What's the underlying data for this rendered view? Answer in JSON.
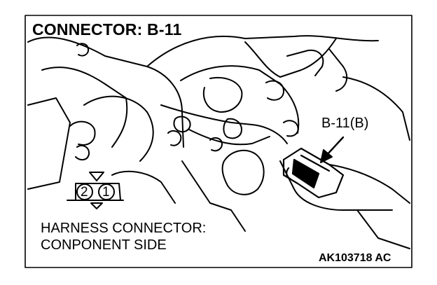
{
  "figure": {
    "title": "CONNECTOR: B-11",
    "callout_label": "B-11(B)",
    "harness_label_line1": "HARNESS CONNECTOR:",
    "harness_label_line2": "CONPONENT SIDE",
    "figure_code": "AK103718 AC",
    "pins": [
      "2",
      "1"
    ]
  },
  "icons": {
    "arrow": "arrow-icon",
    "connector_pins": "connector-face-icon"
  }
}
